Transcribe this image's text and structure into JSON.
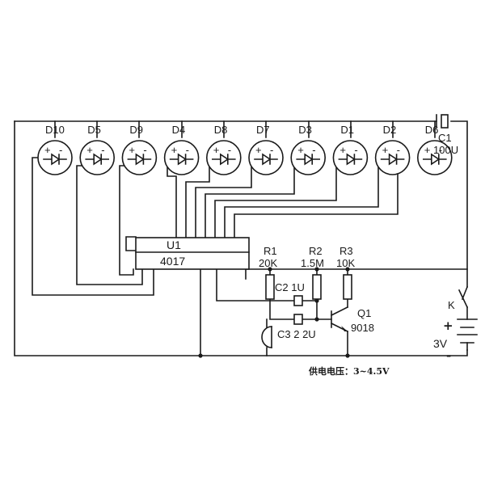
{
  "leds": [
    {
      "label": "D10"
    },
    {
      "label": "D5"
    },
    {
      "label": "D9"
    },
    {
      "label": "D4"
    },
    {
      "label": "D8"
    },
    {
      "label": "D7"
    },
    {
      "label": "D3"
    },
    {
      "label": "D1"
    },
    {
      "label": "D2"
    },
    {
      "label": "D6"
    }
  ],
  "led_polarity": {
    "plus": "+",
    "minus": "-"
  },
  "ic": {
    "ref": "U1",
    "part": "4017"
  },
  "resistors": [
    {
      "ref": "R1",
      "value": "20K"
    },
    {
      "ref": "R2",
      "value": "1.5M"
    },
    {
      "ref": "R3",
      "value": "10K"
    }
  ],
  "capacitors": {
    "c1": {
      "ref": "C1",
      "value": "100U"
    },
    "c2": {
      "label": "C2 1U"
    },
    "c3": {
      "label": "C3 2 2U"
    }
  },
  "transistor": {
    "ref": "Q1",
    "part": "9018"
  },
  "switch": {
    "ref": "K"
  },
  "battery": {
    "plus": "+",
    "voltage": "3V",
    "minus": "-"
  },
  "note": "供电电压：3~4.5V",
  "colors": {
    "ink": "#1a1a1a",
    "paper": "#ffffff"
  }
}
